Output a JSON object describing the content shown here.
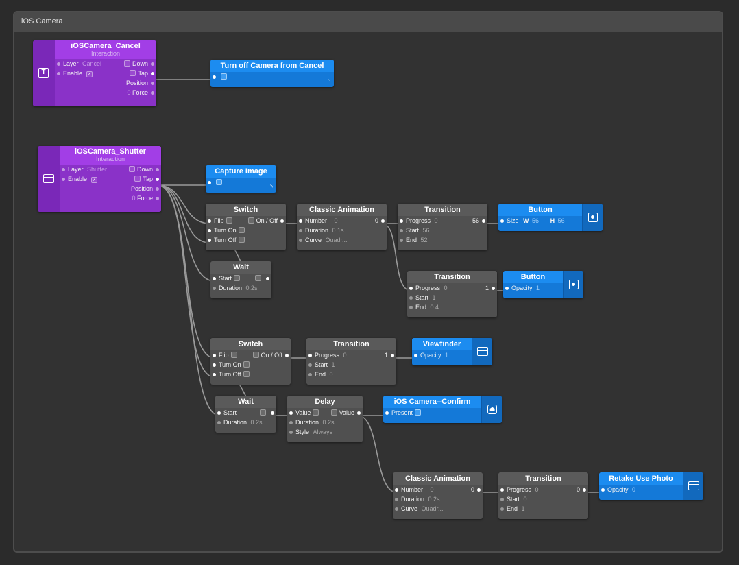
{
  "frame_title": "iOS Camera",
  "icons": {
    "text_layer": "T",
    "check": "✓",
    "signal": "◝",
    "present": "⏏"
  },
  "nodes": {
    "cancel": {
      "title": "iOSCamera_Cancel",
      "subtitle": "Interaction",
      "layer_label": "Layer",
      "layer_value": "Cancel",
      "enable_label": "Enable",
      "down_label": "Down",
      "tap_label": "Tap",
      "position_label": "Position",
      "force_value": "0",
      "force_label": "Force"
    },
    "shutter": {
      "title": "iOSCamera_Shutter",
      "subtitle": "Interaction",
      "layer_label": "Layer",
      "layer_value": "Shutter",
      "enable_label": "Enable",
      "down_label": "Down",
      "tap_label": "Tap",
      "position_label": "Position",
      "force_value": "0",
      "force_label": "Force"
    },
    "turnoff": {
      "title": "Turn off Camera from Cancel"
    },
    "capture": {
      "title": "Capture Image"
    },
    "switch1": {
      "title": "Switch",
      "flip": "Flip",
      "onoff": "On / Off",
      "turnon": "Turn On",
      "turnoff": "Turn Off"
    },
    "classic1": {
      "title": "Classic Animation",
      "number_label": "Number",
      "number_value": "0",
      "out_value": "0",
      "duration_label": "Duration",
      "duration_value": "0.1s",
      "curve_label": "Curve",
      "curve_value": "Quadr..."
    },
    "trans1": {
      "title": "Transition",
      "progress_label": "Progress",
      "progress_value": "0",
      "out_value": "56",
      "start_label": "Start",
      "start_value": "56",
      "end_label": "End",
      "end_value": "52"
    },
    "button1": {
      "title": "Button",
      "size_label": "Size",
      "w_label": "W",
      "w_value": "56",
      "h_label": "H",
      "h_value": "56"
    },
    "wait1": {
      "title": "Wait",
      "start_label": "Start",
      "duration_label": "Duration",
      "duration_value": "0.2s"
    },
    "trans2": {
      "title": "Transition",
      "progress_label": "Progress",
      "progress_value": "0",
      "out_value": "1",
      "start_label": "Start",
      "start_value": "1",
      "end_label": "End",
      "end_value": "0.4"
    },
    "button2": {
      "title": "Button",
      "opacity_label": "Opacity",
      "opacity_value": "1"
    },
    "switch2": {
      "title": "Switch",
      "flip": "Flip",
      "onoff": "On / Off",
      "turnon": "Turn On",
      "turnoff": "Turn Off"
    },
    "trans3": {
      "title": "Transition",
      "progress_label": "Progress",
      "progress_value": "0",
      "out_value": "1",
      "start_label": "Start",
      "start_value": "1",
      "end_label": "End",
      "end_value": "0"
    },
    "viewfinder": {
      "title": "Viewfinder",
      "opacity_label": "Opacity",
      "opacity_value": "1"
    },
    "wait2": {
      "title": "Wait",
      "start_label": "Start",
      "duration_label": "Duration",
      "duration_value": "0.2s"
    },
    "delay": {
      "title": "Delay",
      "value_label": "Value",
      "out_label": "Value",
      "duration_label": "Duration",
      "duration_value": "0.2s",
      "style_label": "Style",
      "style_value": "Always"
    },
    "confirm": {
      "title": "iOS Camera--Confirm",
      "present_label": "Present"
    },
    "classic2": {
      "title": "Classic Animation",
      "number_label": "Number",
      "number_value": "0",
      "out_value": "0",
      "duration_label": "Duration",
      "duration_value": "0.2s",
      "curve_label": "Curve",
      "curve_value": "Quadr..."
    },
    "trans4": {
      "title": "Transition",
      "progress_label": "Progress",
      "progress_value": "0",
      "out_value": "0",
      "start_label": "Start",
      "start_value": "0",
      "end_label": "End",
      "end_value": "1"
    },
    "retake": {
      "title": "Retake Use Photo",
      "opacity_label": "Opacity",
      "opacity_value": "0"
    }
  }
}
